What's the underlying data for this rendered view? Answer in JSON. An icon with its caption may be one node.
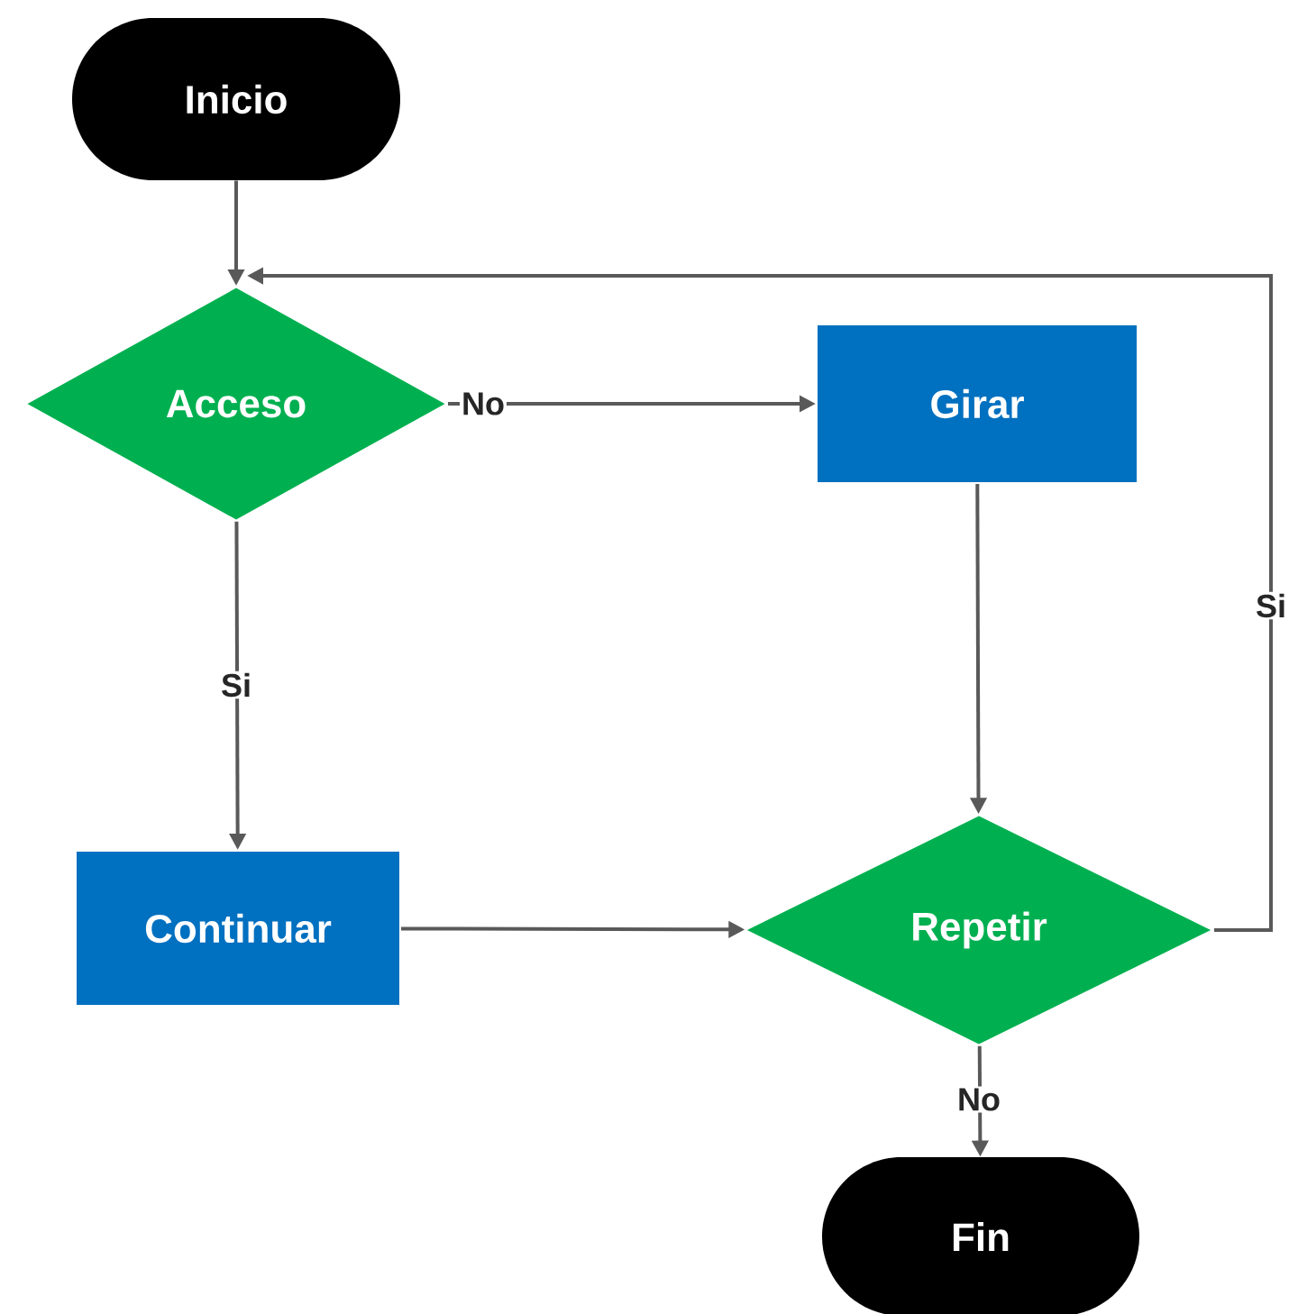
{
  "diagram": {
    "nodes": [
      {
        "text": [
          "Inicio"
        ]
      },
      {
        "text": [
          "Acceso"
        ]
      },
      {
        "text": [
          "Girar"
        ]
      },
      {
        "text": [
          "Continuar"
        ]
      },
      {
        "text": [
          "Repetir"
        ]
      },
      {
        "text": [
          "Fin"
        ]
      }
    ],
    "edges": [
      {
        "from": 0,
        "to": 1,
        "arrow": "to"
      },
      {
        "from": 1,
        "to": 2,
        "arrow": "to",
        "label": "No"
      },
      {
        "from": 1,
        "to": 3,
        "arrow": "to",
        "label": "Si"
      },
      {
        "from": 2,
        "to": 4,
        "arrow": "to"
      },
      {
        "from": 3,
        "to": 4,
        "arrow": "to"
      },
      {
        "from": 4,
        "to": 1,
        "arrow": "to",
        "label": "Si"
      },
      {
        "from": 4,
        "to": 5,
        "arrow": "to",
        "label": "No"
      }
    ]
  }
}
